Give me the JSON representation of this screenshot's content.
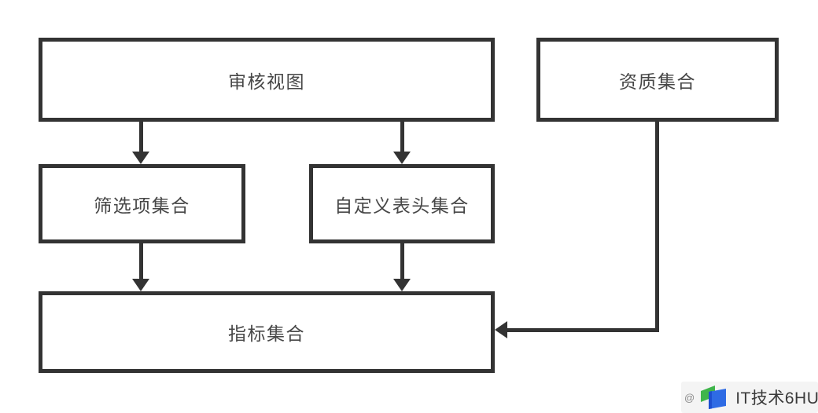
{
  "diagram": {
    "type": "flowchart",
    "colors": {
      "stroke": "#333333",
      "box_fill": "#ffffff",
      "text": "#474747",
      "background": "#ffffff"
    },
    "nodes": {
      "audit_view": {
        "label": "审核视图"
      },
      "qualification_set": {
        "label": "资质集合"
      },
      "filter_set": {
        "label": "筛选项集合"
      },
      "custom_header_set": {
        "label": "自定义表头集合"
      },
      "indicator_set": {
        "label": "指标集合"
      }
    },
    "edges": [
      {
        "from": "审核视图",
        "to": "筛选项集合",
        "direction": "down"
      },
      {
        "from": "审核视图",
        "to": "自定义表头集合",
        "direction": "down"
      },
      {
        "from": "筛选项集合",
        "to": "指标集合",
        "direction": "down"
      },
      {
        "from": "自定义表头集合",
        "to": "指标集合",
        "direction": "down"
      },
      {
        "from": "资质集合",
        "to": "指标集合",
        "direction": "down-then-left"
      }
    ]
  },
  "watermark": {
    "prefix": "@",
    "text": "IT技术6HU",
    "logo": {
      "icon": "flag-logo",
      "green": "#3fb54b",
      "blue": "#2e6be4",
      "dark_blue": "#1d4fd0"
    }
  }
}
